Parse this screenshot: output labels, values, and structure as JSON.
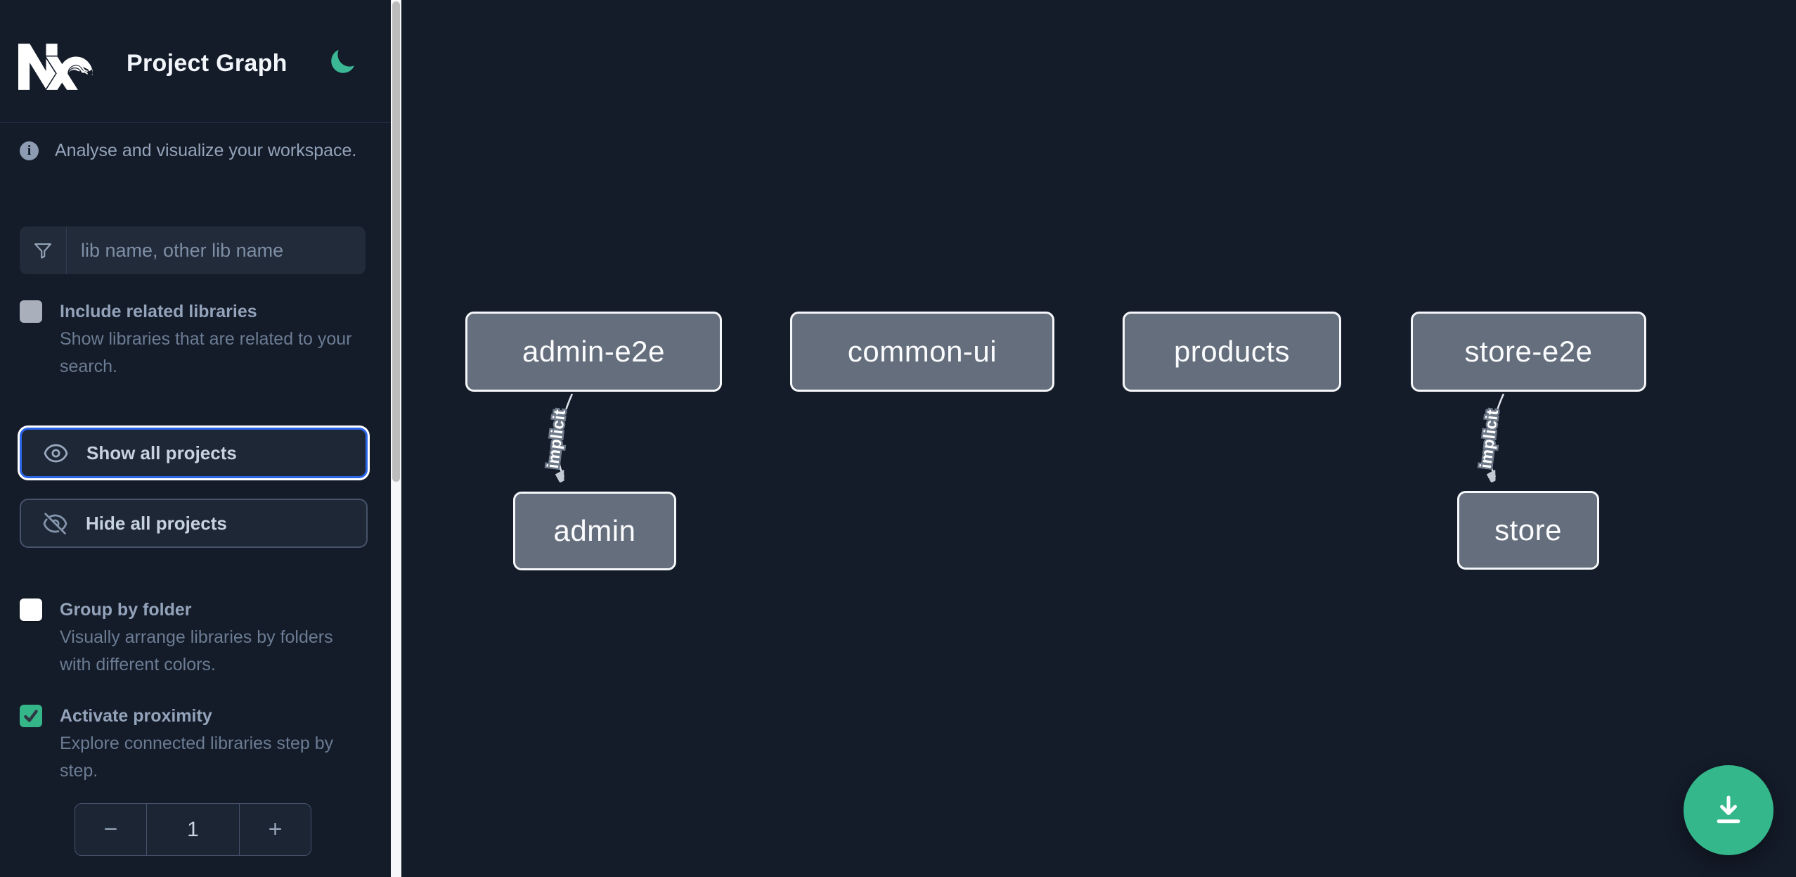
{
  "header": {
    "title": "Project Graph",
    "logo": "nx-logo",
    "theme_icon": "moon-icon"
  },
  "sidebar": {
    "info_text": "Analyse and visualize your workspace.",
    "search": {
      "placeholder": "lib name, other lib name",
      "value": ""
    },
    "toggles": [
      {
        "label": "Include related libraries",
        "description": "Show libraries that are related to your search.",
        "checked": false,
        "enabled": false
      },
      {
        "label": "Group by folder",
        "description": "Visually arrange libraries by folders with different colors.",
        "checked": false,
        "enabled": true
      },
      {
        "label": "Activate proximity",
        "description": "Explore connected libraries step by step.",
        "checked": true,
        "enabled": true
      }
    ],
    "buttons": [
      {
        "label": "Show all projects",
        "icon": "eye-icon",
        "focused": true
      },
      {
        "label": "Hide all projects",
        "icon": "eye-off-icon",
        "focused": false
      }
    ],
    "stepper": {
      "decrement": "−",
      "value": "1",
      "increment": "+"
    }
  },
  "graph": {
    "nodes": [
      {
        "label": "admin-e2e"
      },
      {
        "label": "common-ui"
      },
      {
        "label": "products"
      },
      {
        "label": "store-e2e"
      },
      {
        "label": "admin"
      },
      {
        "label": "store"
      }
    ],
    "edges": [
      {
        "source": "admin-e2e",
        "target": "admin",
        "label": "implicit"
      },
      {
        "source": "store-e2e",
        "target": "store",
        "label": "implicit"
      }
    ]
  },
  "fab": {
    "icon": "download-icon"
  },
  "colors": {
    "background": "#141b29",
    "accent_green": "#35b688",
    "focus_blue": "#2c66e8",
    "node_fill": "#656e7c",
    "node_border": "#f5f7fa",
    "edge": "#dfe5ec",
    "scrollbar_track": "#f6f7f8",
    "scrollbar_thumb": "#bcbcbc"
  }
}
